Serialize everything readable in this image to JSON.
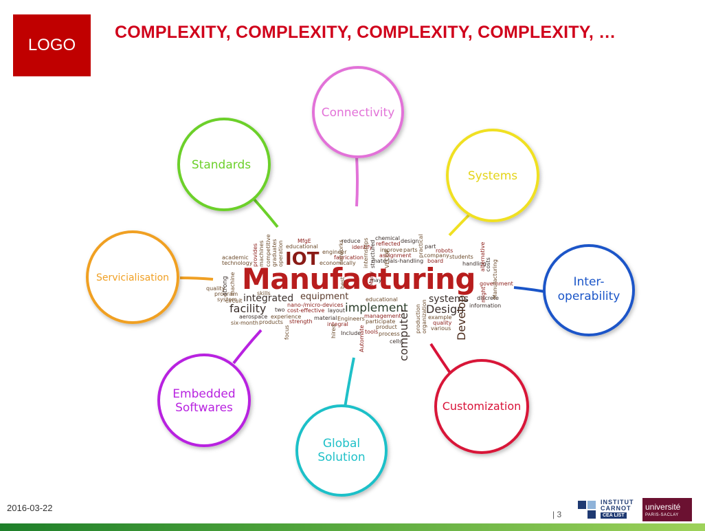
{
  "header": {
    "logo_label": "LOGO",
    "title": "COMPLEXITY, COMPLEXITY, COMPLEXITY, COMPLEXITY, …",
    "title_color": "#d0021b",
    "logo_color": "#c00000"
  },
  "center": {
    "headline_word": "Manufacturing",
    "headline_prefix": "IOT",
    "cloud_words": [
      "implement",
      "Design",
      "Develop",
      "computer",
      "systems",
      "facility",
      "integrated",
      "equipment",
      "competitive",
      "graduates",
      "operation",
      "provides",
      "machines",
      "academic",
      "technology",
      "strong",
      "machine",
      "coupled",
      "circuit",
      "program",
      "system",
      "skills",
      "aerospace",
      "two",
      "experience",
      "six-month",
      "products",
      "strength",
      "focus",
      "nano-/micro-devices",
      "cost-effective",
      "layout",
      "material",
      "Engineers",
      "integral",
      "management",
      "participate",
      "product",
      "Include",
      "tools",
      "process",
      "cells",
      "Automate",
      "hired",
      "MfgE",
      "educational",
      "reduce",
      "identify",
      "engineer",
      "networks",
      "fabrication",
      "economically",
      "internships",
      "structured",
      "chemical",
      "design",
      "reflected",
      "improve",
      "parts",
      "assignment",
      "materials-handling",
      "practical",
      "part",
      "company",
      "board",
      "robots",
      "students",
      "handling",
      "alternative",
      "costs",
      "government",
      "discrete",
      "information",
      "example",
      "quality",
      "various",
      "production",
      "organization",
      "best",
      "Many",
      "may",
      "quality",
      "VECOP",
      "Manufacturing",
      "might"
    ]
  },
  "nodes": [
    {
      "id": "connectivity",
      "label_lines": [
        "Connectivity"
      ],
      "color": "#e272d8"
    },
    {
      "id": "systems",
      "label_lines": [
        "Systems"
      ],
      "color": "#f0e022"
    },
    {
      "id": "interoperability",
      "label_lines": [
        "Inter-",
        "operability"
      ],
      "color": "#1a55c8"
    },
    {
      "id": "customization",
      "label_lines": [
        "Customization"
      ],
      "color": "#d81238"
    },
    {
      "id": "global-solution",
      "label_lines": [
        "Global",
        "Solution"
      ],
      "color": "#1fc0c8"
    },
    {
      "id": "embedded-softwares",
      "label_lines": [
        "Embedded",
        "Softwares"
      ],
      "color": "#b822e0"
    },
    {
      "id": "servicialisation",
      "label_lines": [
        "Servicialisation"
      ],
      "color": "#f0a024"
    },
    {
      "id": "standards",
      "label_lines": [
        "Standards"
      ],
      "color": "#6cd02a"
    }
  ],
  "footer": {
    "date": "2016-03-22",
    "page_number": "| 3",
    "carnot_line1": "INSTITUT",
    "carnot_line2": "CARNOT",
    "carnot_line3": "CEA LIST",
    "univ_line1": "université",
    "univ_line2": "PARIS-SACLAY"
  }
}
